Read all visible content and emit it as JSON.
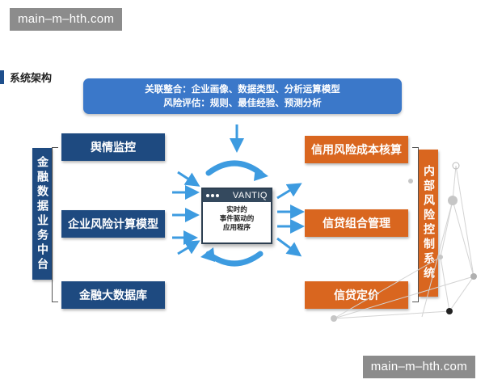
{
  "watermark": "main–m–hth.com",
  "section_title": "系统架构",
  "top_banner": {
    "line1": "关联整合：企业画像、数据类型、分析运算模型",
    "line2": "风险评估：规则、最佳经验、预测分析"
  },
  "left_vertical_label": "金融数据业务中台",
  "left_boxes": [
    "舆情监控",
    "企业风险计算模型",
    "金融大数据库"
  ],
  "right_vertical_label": "内部风险控制系统",
  "right_boxes": [
    "信用风险成本核算",
    "信贷组合管理",
    "信贷定价"
  ],
  "center": {
    "logo": "VANTIQ",
    "caption_lines": [
      "实时的",
      "事件驱动的",
      "应用程序"
    ]
  },
  "colors": {
    "navy": "#1e4a80",
    "orange": "#d9661f",
    "banner_blue": "#3b78c9",
    "arrow_blue": "#3d9be0"
  }
}
